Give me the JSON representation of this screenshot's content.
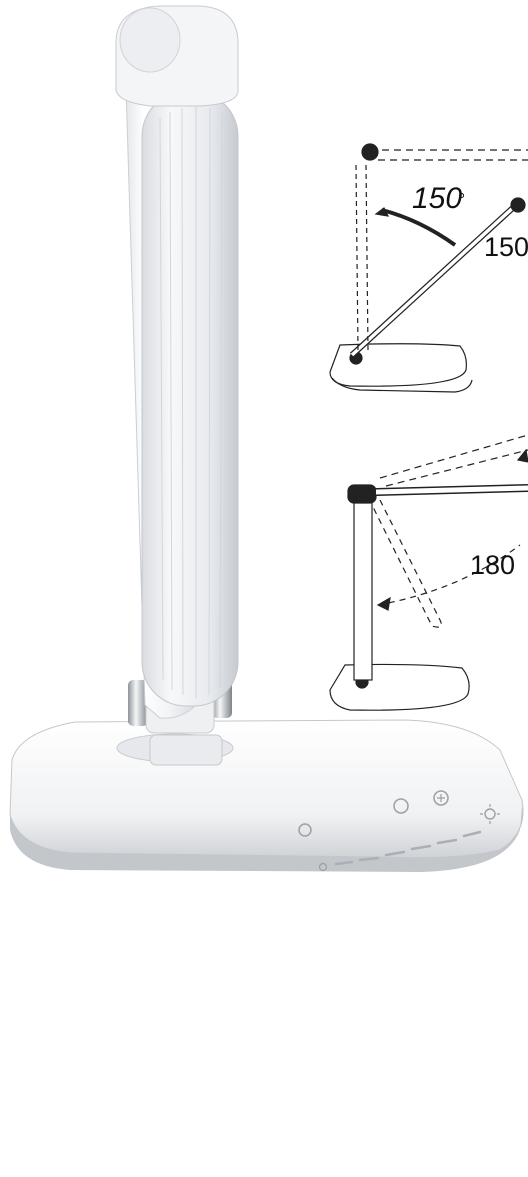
{
  "product_photo": {
    "subject": "white-led-desk-lamp",
    "colors": {
      "body": "#f4f5f7",
      "shadow": "#c9cbd0",
      "chrome": "#b8bcc2",
      "line": "#222222"
    }
  },
  "control_panel": {
    "icons": [
      "power-icon",
      "timer-icon",
      "mode-icon",
      "brightness-low-icon",
      "brightness-high-icon"
    ]
  },
  "diagrams": {
    "top": {
      "angle_arm": "150",
      "angle_unit": "°",
      "angle_head": "150"
    },
    "bottom": {
      "angle_head": "180"
    }
  }
}
